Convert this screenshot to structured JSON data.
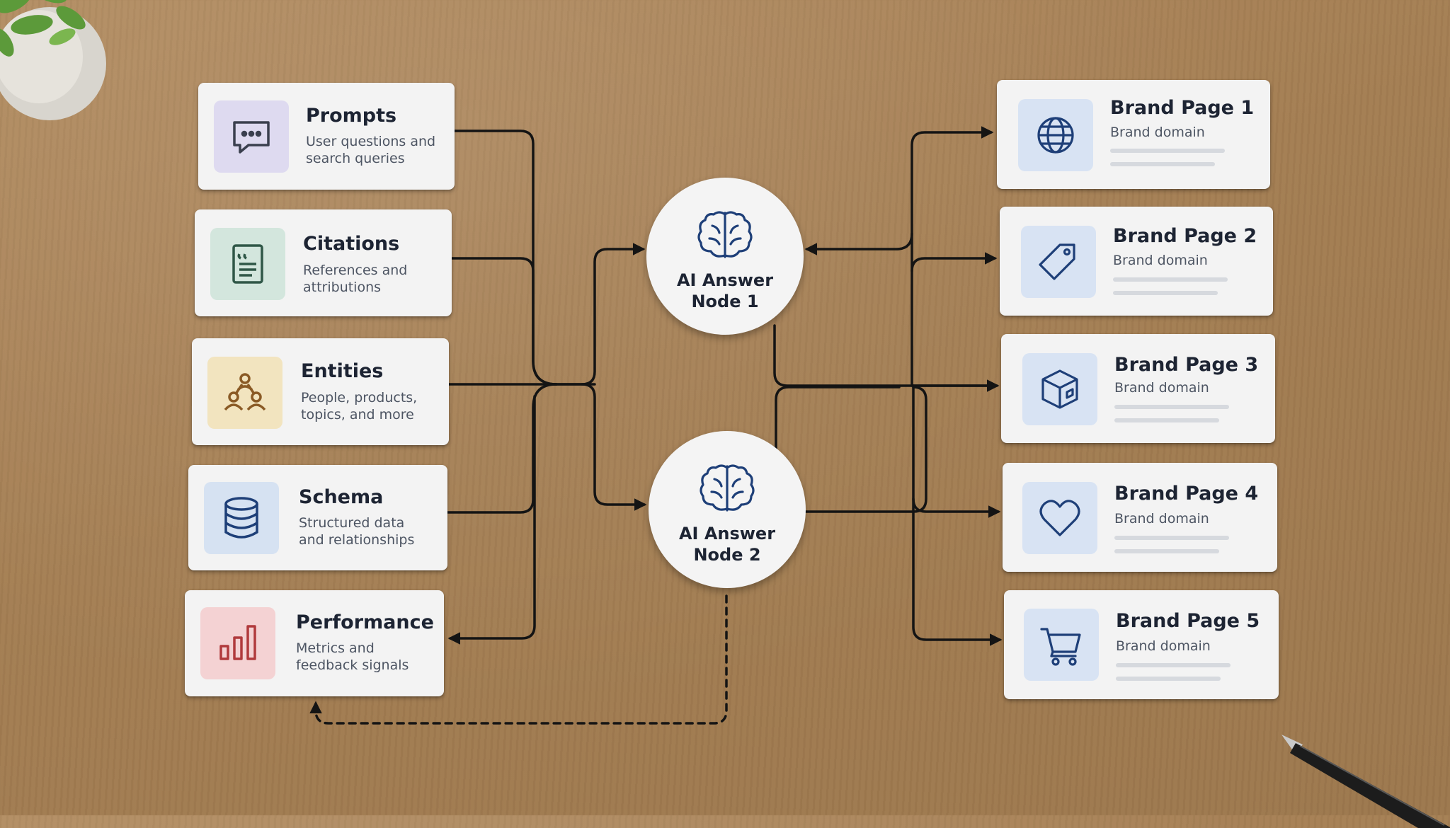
{
  "sources": [
    {
      "title": "Prompts",
      "desc1": "User questions and",
      "desc2": "search queries",
      "icon": "chat-bubble-icon",
      "tile": "#dedaf0",
      "stroke": "#3a3f4e"
    },
    {
      "title": "Citations",
      "desc1": "References and",
      "desc2": "attributions",
      "icon": "quote-document-icon",
      "tile": "#d3e6dd",
      "stroke": "#2f5747"
    },
    {
      "title": "Entities",
      "desc1": "People, products,",
      "desc2": "topics, and more",
      "icon": "entity-network-icon",
      "tile": "#f2e4bf",
      "stroke": "#8a5a25"
    },
    {
      "title": "Schema",
      "desc1": "Structured data",
      "desc2": "and relationships",
      "icon": "database-icon",
      "tile": "#d6e2f2",
      "stroke": "#1e3f78"
    },
    {
      "title": "Performance",
      "desc1": "Metrics and",
      "desc2": "feedback signals",
      "icon": "bar-chart-icon",
      "tile": "#f4d2d3",
      "stroke": "#b03a3c"
    }
  ],
  "nodes": [
    {
      "line1": "AI Answer",
      "line2": "Node 1"
    },
    {
      "line1": "AI Answer",
      "line2": "Node 2"
    }
  ],
  "brands": [
    {
      "title": "Brand Page 1",
      "subtitle": "Brand domain",
      "icon": "globe-icon"
    },
    {
      "title": "Brand Page 2",
      "subtitle": "Brand domain",
      "icon": "tag-icon"
    },
    {
      "title": "Brand Page 3",
      "subtitle": "Brand domain",
      "icon": "box-icon"
    },
    {
      "title": "Brand Page 4",
      "subtitle": "Brand domain",
      "icon": "heart-icon"
    },
    {
      "title": "Brand Page 5",
      "subtitle": "Brand domain",
      "icon": "shopping-cart-icon"
    }
  ],
  "colors": {
    "wire": "#141414",
    "card": "#f3f3f3",
    "brand_tile": "#d8e3f3",
    "brand_icon": "#1e3f78",
    "node_icon": "#1e3f78"
  }
}
